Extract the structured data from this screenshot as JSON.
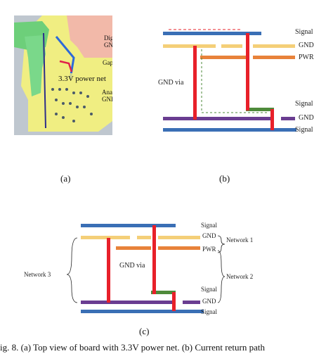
{
  "figure_a": {
    "labels": {
      "digital_gnd": [
        "Digital",
        "GND"
      ],
      "power_net": "3.3V power net",
      "gap": "Gap",
      "analog_gnd": [
        "Analog",
        "GND"
      ]
    },
    "caption": "(a)"
  },
  "figure_b": {
    "layers": [
      "Signal",
      "GND",
      "PWR",
      "Signal",
      "GND",
      "Signal"
    ],
    "via_label": "GND via",
    "caption": "(b)"
  },
  "figure_c": {
    "layers": [
      "Signal",
      "GND",
      "PWR",
      "Signal",
      "GND",
      "Signal"
    ],
    "via_label": "GND via",
    "networks": [
      "Network 1",
      "Network 2",
      "Network 3"
    ],
    "caption": "(c)"
  },
  "bottom_caption": "ig. 8. (a) Top view of board with 3.3V power net. (b) Current return path",
  "colors": {
    "signal_blue": "#3a6fb5",
    "gnd_yellow": "#f4cf78",
    "pwr_orange": "#e8823a",
    "purple": "#6a3d91",
    "via_red": "#e8202a",
    "green": "#4e8a3a",
    "pcb_yellow": "#f0ee82",
    "pcb_pink": "#f2b9a9",
    "pcb_green": "#6dcf7a"
  }
}
